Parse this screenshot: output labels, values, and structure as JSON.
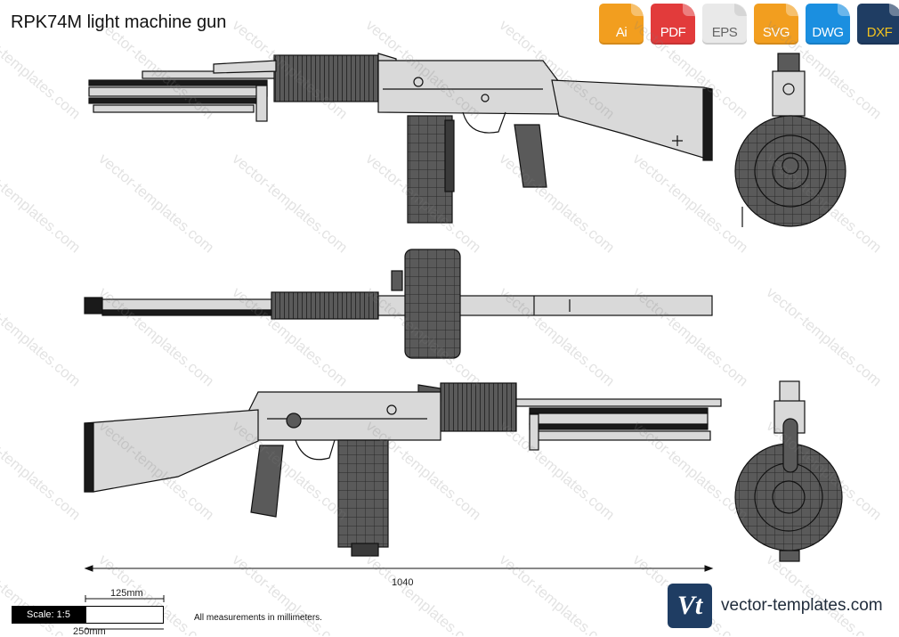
{
  "title": "RPK74M light machine gun",
  "formats": [
    {
      "label": "Ai",
      "color": "#f29e1f"
    },
    {
      "label": "PDF",
      "color": "#e23b3b"
    },
    {
      "label": "EPS",
      "color": "#ededed",
      "text_color": "#555555"
    },
    {
      "label": "SVG",
      "color": "#f29e1f"
    },
    {
      "label": "DWG",
      "color": "#1b8fe0"
    },
    {
      "label": "DXF",
      "color": "#1f3d63",
      "text_color": "#f2c21f"
    }
  ],
  "watermark": "vector-templates.com",
  "dimension": "1040",
  "scale": {
    "label": "Scale: 1:5",
    "tick1": "125mm",
    "tick2": "250mm"
  },
  "note": "All measurements in millimeters.",
  "brand": {
    "logo": "Vt",
    "text": "vector-templates.com"
  },
  "colors": {
    "body_light": "#d9d9d9",
    "body_dark": "#555555",
    "outline": "#111111",
    "black_parts": "#1a1a1a"
  }
}
